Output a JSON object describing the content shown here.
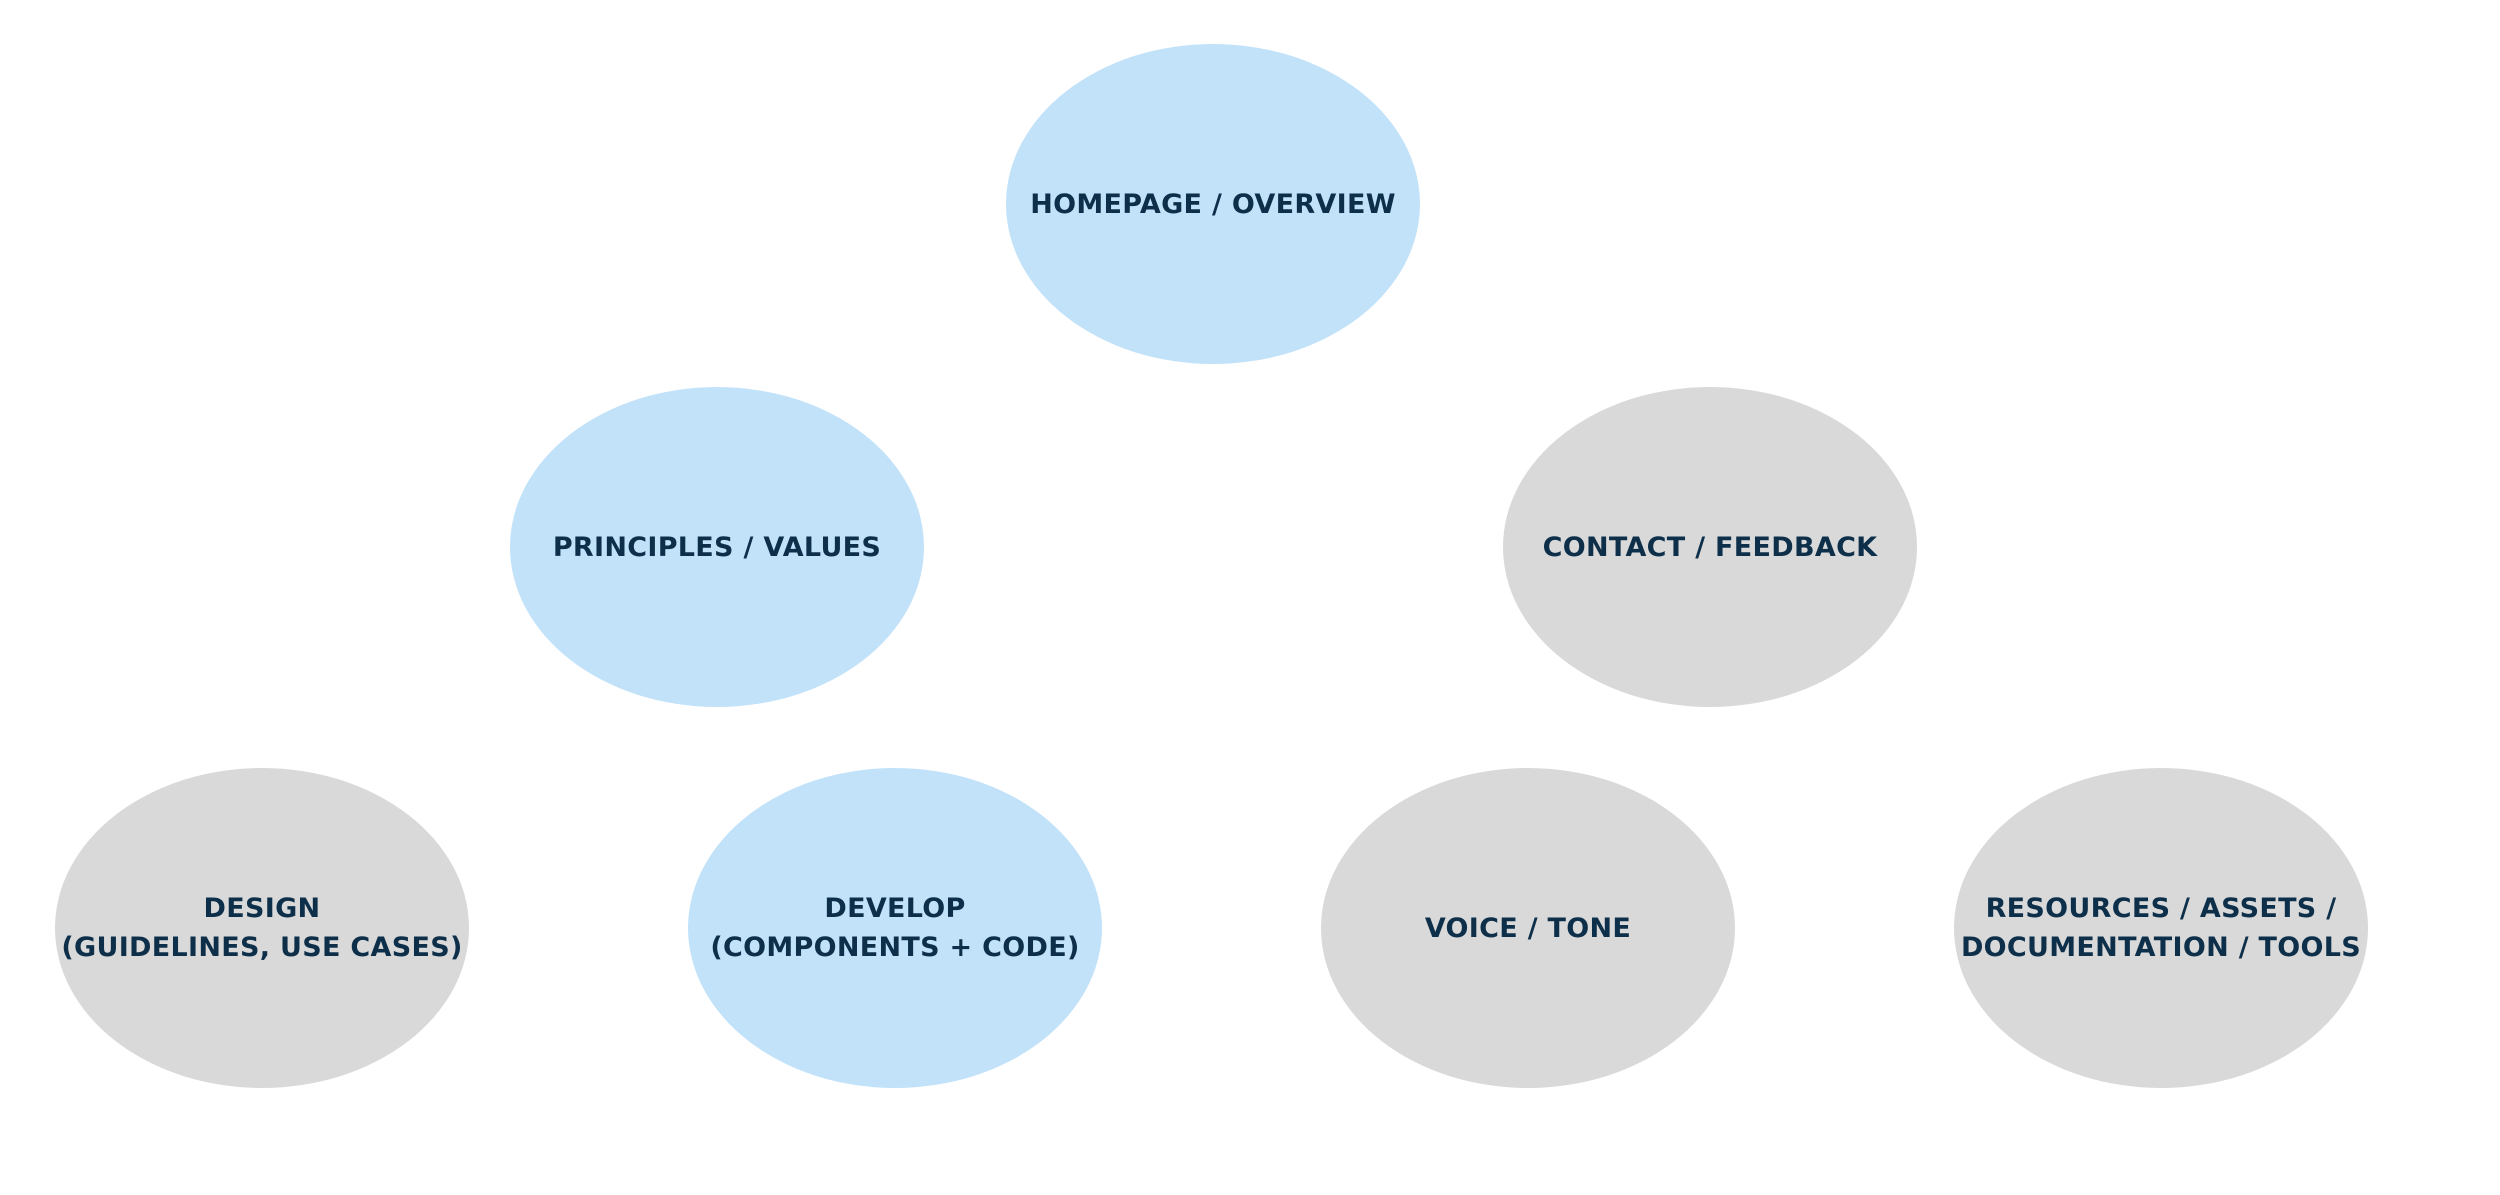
{
  "diagram": {
    "nodes": [
      {
        "id": "homepage",
        "label": "HOMEPAGE / OVERVIEW",
        "fill": "#c2e2fa"
      },
      {
        "id": "principles",
        "label": "PRINCIPLES / VALUES",
        "fill": "#c2e2fa"
      },
      {
        "id": "contact",
        "label": "CONTACT / FEEDBACK",
        "fill": "#d9d9d9"
      },
      {
        "id": "design",
        "label": "DESIGN\n(GUIDELINES, USE CASES)",
        "fill": "#d9d9d9"
      },
      {
        "id": "develop",
        "label": "DEVELOP\n(COMPONENTS + CODE)",
        "fill": "#c2e2fa"
      },
      {
        "id": "voice",
        "label": "VOICE / TONE",
        "fill": "#d9d9d9"
      },
      {
        "id": "resources",
        "label": "RESOURCES / ASSETS /\nDOCUMENTATION / TOOLS",
        "fill": "#d9d9d9"
      }
    ],
    "colors": {
      "highlight": "#c2e2fa",
      "neutral": "#d9d9d9",
      "text": "#0d2f4a",
      "background": "#ffffff"
    }
  }
}
